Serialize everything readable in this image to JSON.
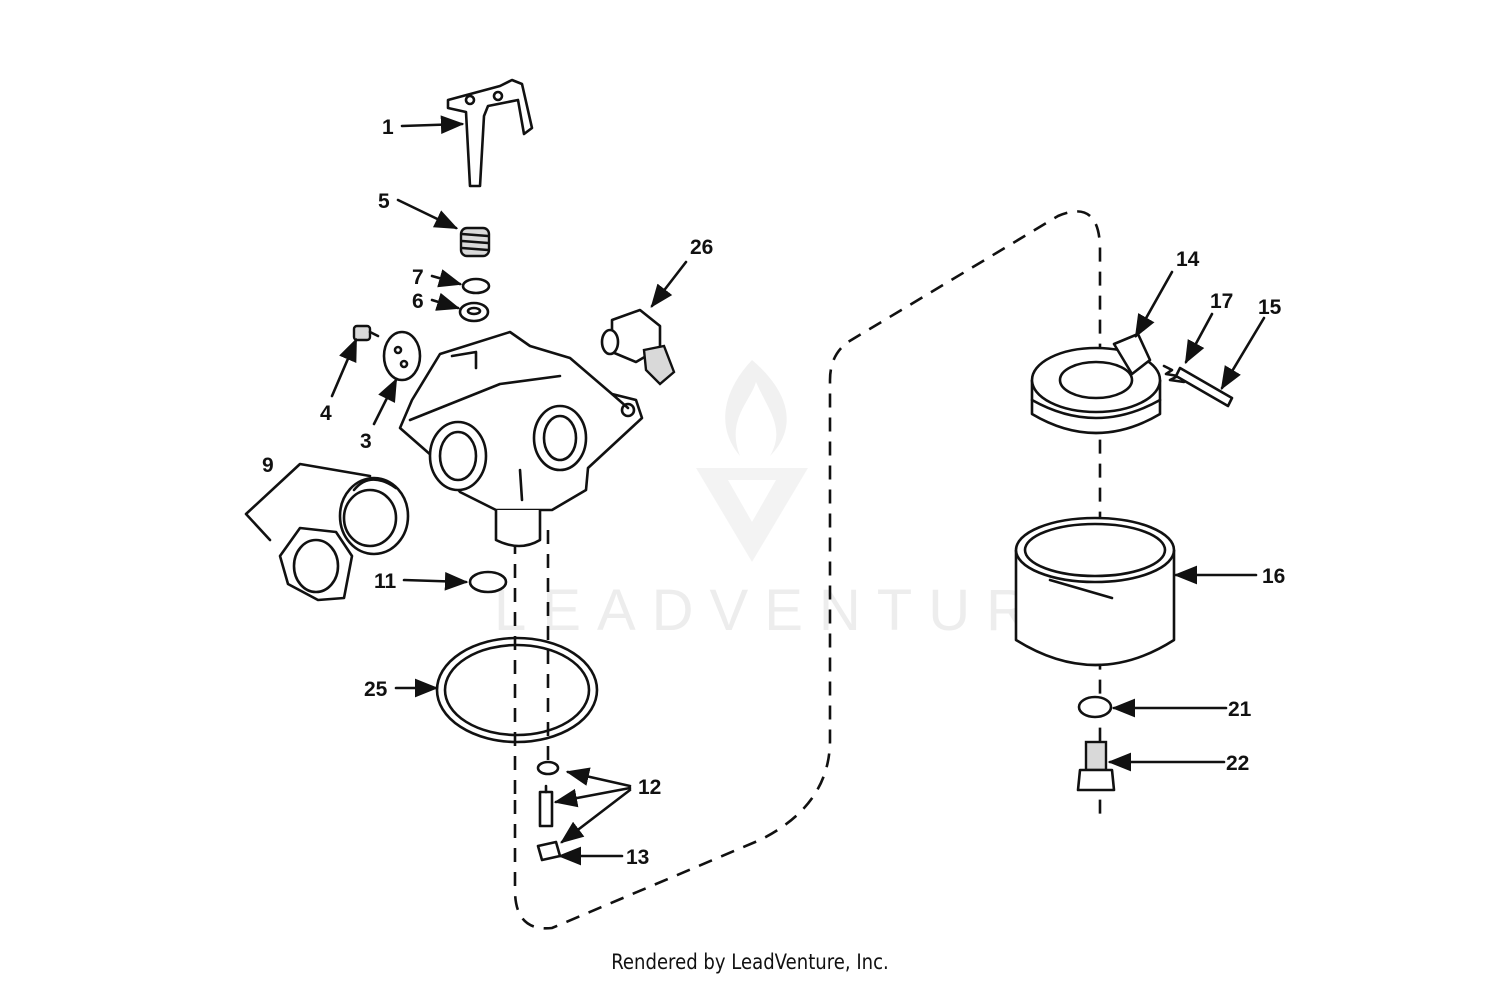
{
  "footer": {
    "text": "Rendered by LeadVenture, Inc."
  },
  "watermark": {
    "text": "LEADVENTURE"
  },
  "callouts": {
    "c1": "1",
    "c3": "3",
    "c4": "4",
    "c5": "5",
    "c6": "6",
    "c7": "7",
    "c9": "9",
    "c11": "11",
    "c12": "12",
    "c13": "13",
    "c14": "14",
    "c15": "15",
    "c16": "16",
    "c17": "17",
    "c21": "21",
    "c22": "22",
    "c25": "25",
    "c26": "26"
  }
}
